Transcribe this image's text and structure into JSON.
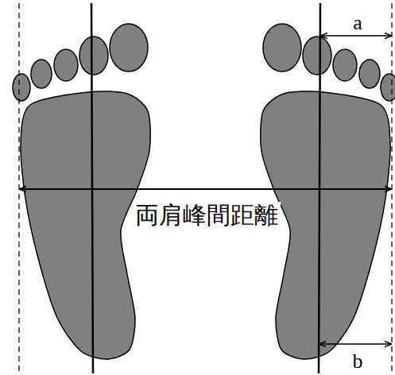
{
  "diagram": {
    "labels": [
      "a",
      "両肩峰間距離",
      "b"
    ]
  }
}
